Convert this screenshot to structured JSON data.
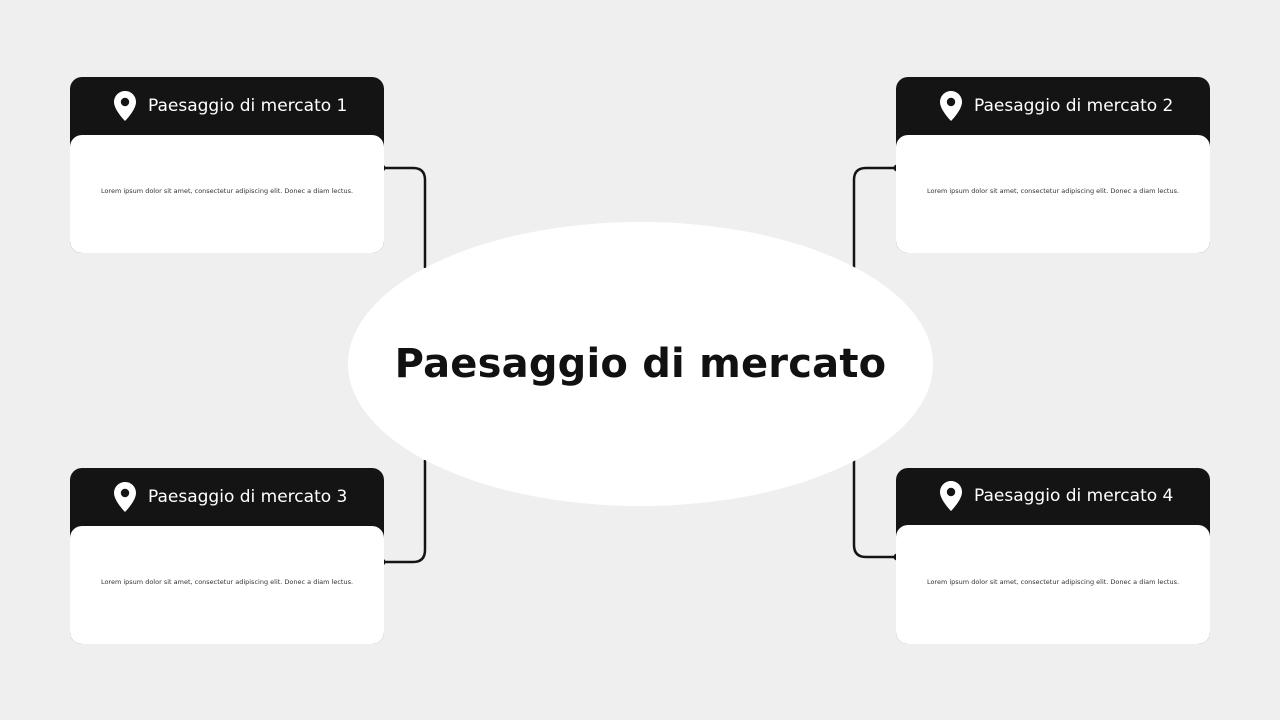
{
  "center": {
    "title": "Paesaggio di mercato"
  },
  "cards": [
    {
      "title": "Paesaggio di mercato 1",
      "text": "Lorem ipsum dolor sit amet, consectetur adipiscing elit. Donec a diam lectus.",
      "icon": "location-pin-icon"
    },
    {
      "title": "Paesaggio di mercato 2",
      "text": "Lorem ipsum dolor sit amet, consectetur adipiscing elit. Donec a diam lectus.",
      "icon": "location-pin-icon"
    },
    {
      "title": "Paesaggio di mercato 3",
      "text": "Lorem ipsum dolor sit amet, consectetur adipiscing elit. Donec a diam lectus.",
      "icon": "location-pin-icon"
    },
    {
      "title": "Paesaggio di mercato 4",
      "text": "Lorem ipsum dolor sit amet, consectetur adipiscing elit. Donec a diam lectus.",
      "icon": "location-pin-icon"
    }
  ],
  "colors": {
    "background": "#efefef",
    "card_header": "#141414",
    "card_body": "#ffffff",
    "connector": "#141414"
  }
}
